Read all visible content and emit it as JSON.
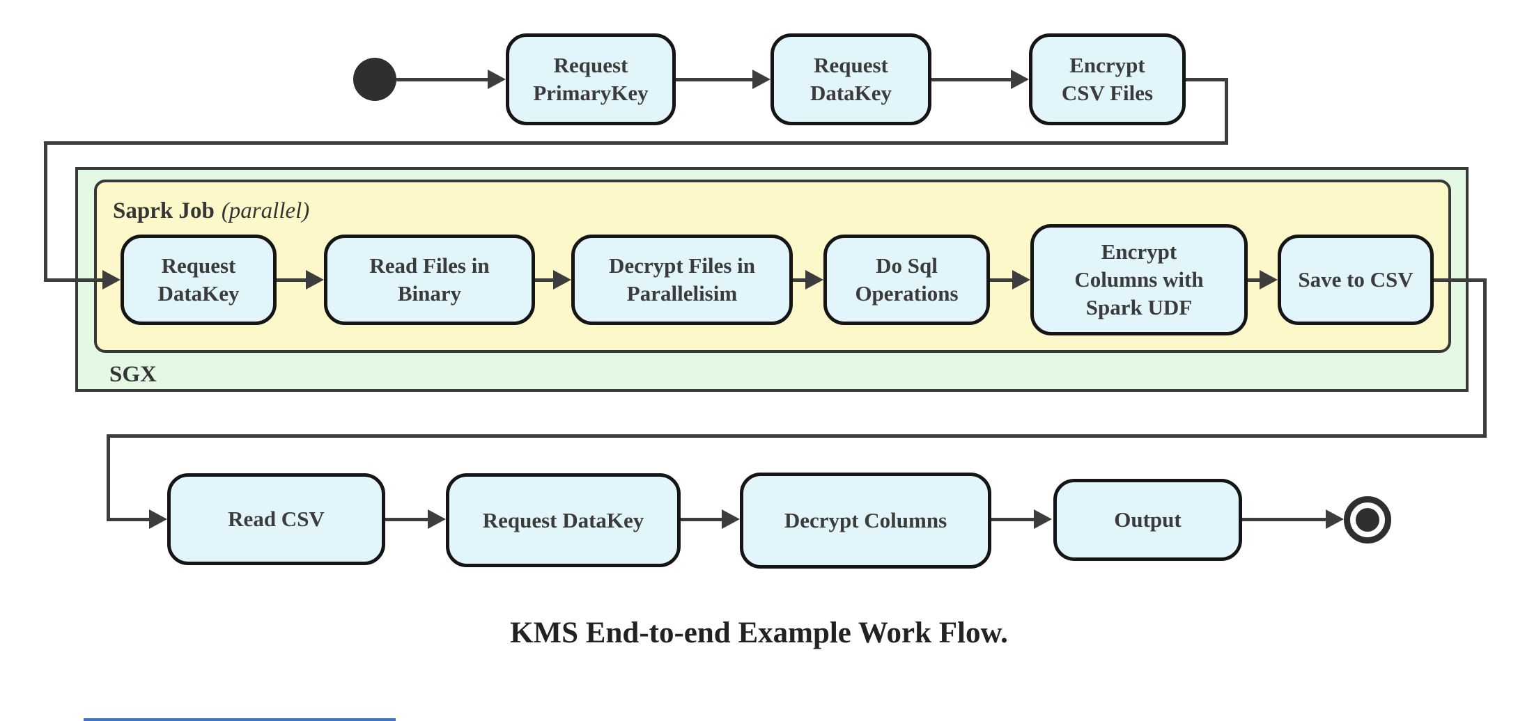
{
  "caption": "KMS End-to-end Example Work Flow.",
  "containers": {
    "sgx_label": "SGX",
    "spark_label": "Saprk Job",
    "spark_label_suffix": "(parallel)"
  },
  "nodes": {
    "top_request_primarykey": "Request\nPrimaryKey",
    "top_request_datakey": "Request\nDataKey",
    "top_encrypt_csv_files": "Encrypt\nCSV Files",
    "mid_request_datakey": "Request\nDataKey",
    "mid_read_files_in_binary": "Read Files in\nBinary",
    "mid_decrypt_files_in_parallelisim": "Decrypt Files in\nParallelisim",
    "mid_do_sql_operations": "Do Sql\nOperations",
    "mid_encrypt_columns_with_spark_udf": "Encrypt\nColumns with\nSpark UDF",
    "mid_save_to_csv": "Save to CSV",
    "bottom_read_csv": "Read CSV",
    "bottom_request_datakey": "Request DataKey",
    "bottom_decrypt_columns": "Decrypt Columns",
    "bottom_output": "Output"
  },
  "icons": {
    "start_state": "initial-state-filled-circle",
    "end_state": "final-state-bullseye"
  },
  "colors": {
    "node_fill": "#e1f5fb",
    "node_border": "#151515",
    "node_text": "#3b3b3b",
    "yellow_container_fill": "#fdf8c9",
    "green_container_fill": "#e4f9e4",
    "container_border": "#383838",
    "edge": "#3d3d3d",
    "bottom_blue_line": "#4472c4"
  }
}
